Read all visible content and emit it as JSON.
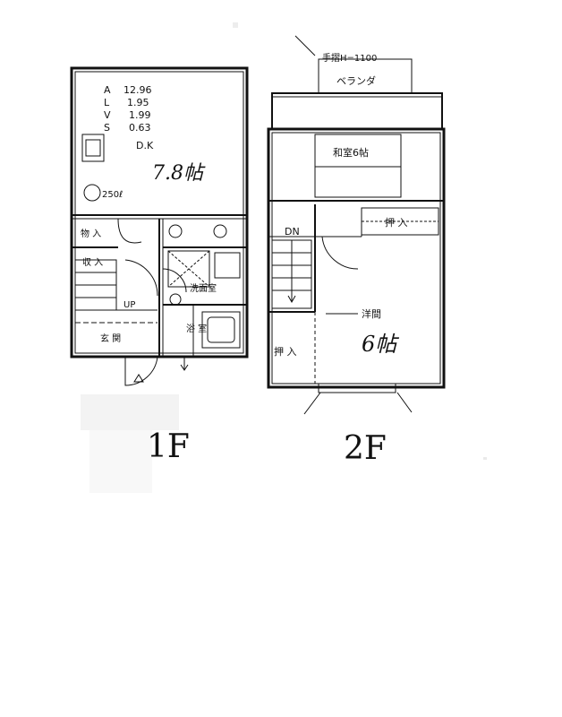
{
  "floor1": {
    "caption": "1F",
    "specs": [
      {
        "key": "A",
        "value": "12.96"
      },
      {
        "key": "L",
        "value": "1.95"
      },
      {
        "key": "V",
        "value": "1.99"
      },
      {
        "key": "S",
        "value": "0.63"
      }
    ],
    "dk_label": "D.K",
    "dk_size": "7.8帖",
    "water_heater": "250ℓ",
    "storage_label": "物 入",
    "closet_label": "収 入",
    "stair_label": "UP",
    "washroom_label": "洗面室",
    "bath_label": "浴 室",
    "entrance_label": "玄 関"
  },
  "floor2": {
    "caption": "2F",
    "railing_note": "手摺H=1100",
    "veranda_label": "ベランダ",
    "japanese_room_label": "和室6帖",
    "closet_top_label": "押 入",
    "stair_label": "DN",
    "western_room_label": "洋間",
    "western_room_size": "6帖",
    "closet_left_label": "押 入"
  }
}
